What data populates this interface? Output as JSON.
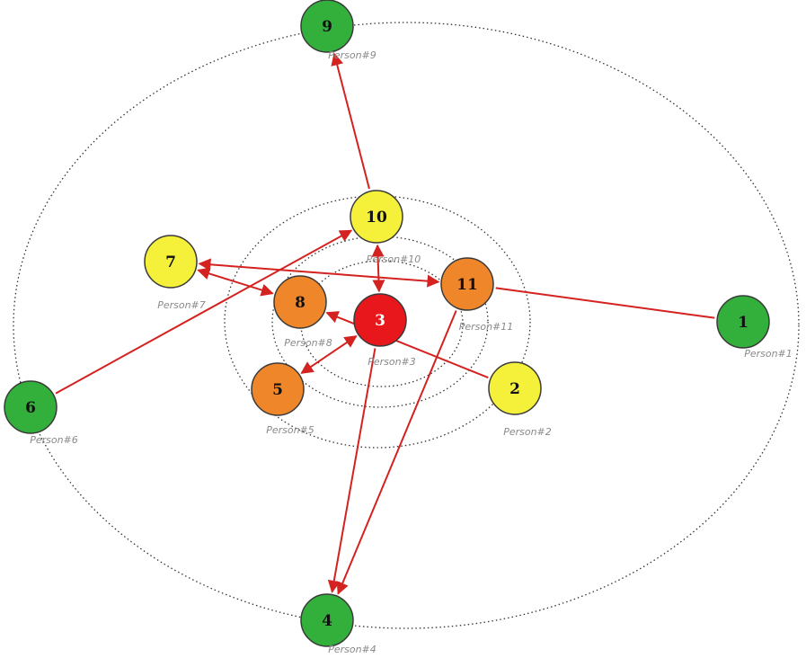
{
  "colors": {
    "red": "#e8171b",
    "orange": "#f0862a",
    "yellow": "#f5f03a",
    "green": "#33b03c",
    "edge": "#d3221f",
    "ring": "#333333"
  },
  "nodes": [
    {
      "id": "1",
      "number": "1",
      "label": "Person#1",
      "color": "green"
    },
    {
      "id": "2",
      "number": "2",
      "label": "Person#2",
      "color": "yellow"
    },
    {
      "id": "3",
      "number": "3",
      "label": "Person#3",
      "color": "red"
    },
    {
      "id": "4",
      "number": "4",
      "label": "Person#4",
      "color": "green"
    },
    {
      "id": "5",
      "number": "5",
      "label": "Person#5",
      "color": "orange"
    },
    {
      "id": "6",
      "number": "6",
      "label": "Person#6",
      "color": "green"
    },
    {
      "id": "7",
      "number": "7",
      "label": "Person#7",
      "color": "yellow"
    },
    {
      "id": "8",
      "number": "8",
      "label": "Person#8",
      "color": "orange"
    },
    {
      "id": "9",
      "number": "9",
      "label": "Person#9",
      "color": "green"
    },
    {
      "id": "10",
      "number": "10",
      "label": "Person#10",
      "color": "yellow"
    },
    {
      "id": "11",
      "number": "11",
      "label": "Person#11",
      "color": "orange"
    }
  ],
  "edges": [
    {
      "from": "10",
      "to": "9",
      "arrow_end": true,
      "arrow_start": false
    },
    {
      "from": "10",
      "to": "3",
      "arrow_end": true,
      "arrow_start": true
    },
    {
      "from": "6",
      "to": "10",
      "arrow_end": true,
      "arrow_start": false
    },
    {
      "from": "7",
      "to": "11",
      "arrow_end": true,
      "arrow_start": true
    },
    {
      "from": "7",
      "to": "8",
      "arrow_end": true,
      "arrow_start": true
    },
    {
      "from": "1",
      "to": "11",
      "arrow_end": false,
      "arrow_start": false
    },
    {
      "from": "2",
      "to": "8",
      "arrow_end": true,
      "arrow_start": false
    },
    {
      "from": "5",
      "to": "3",
      "arrow_end": true,
      "arrow_start": true
    },
    {
      "from": "3",
      "to": "4",
      "arrow_end": true,
      "arrow_start": false
    },
    {
      "from": "11",
      "to": "4",
      "arrow_end": true,
      "arrow_start": false
    }
  ]
}
